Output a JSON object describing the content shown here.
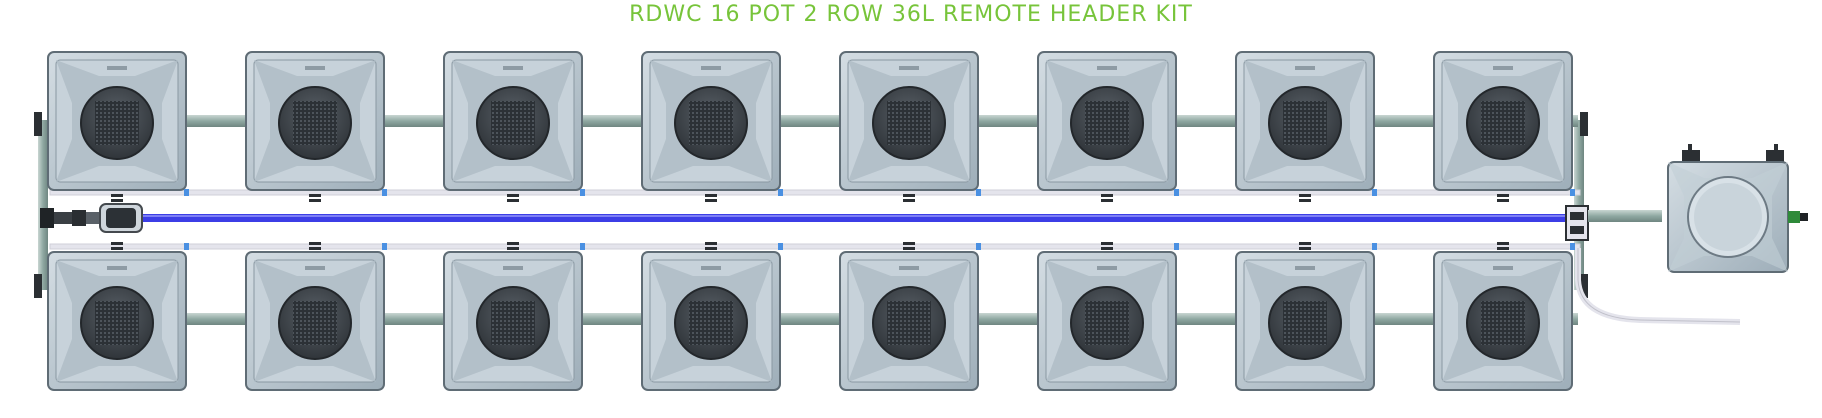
{
  "title": "RDWC 16 POT 2 ROW 36L REMOTE HEADER KIT",
  "pots": {
    "rows": 2,
    "per_row": 8,
    "count": 16
  },
  "colors": {
    "title": "#77c43a",
    "pot_body": "#b9c6cf",
    "pot_dark": "#3d4348",
    "pipe": "#8fa8a2",
    "feed_line": "#3c3ee6",
    "drain_line": "#e4e4ec",
    "fitting": "#4a90e2"
  }
}
